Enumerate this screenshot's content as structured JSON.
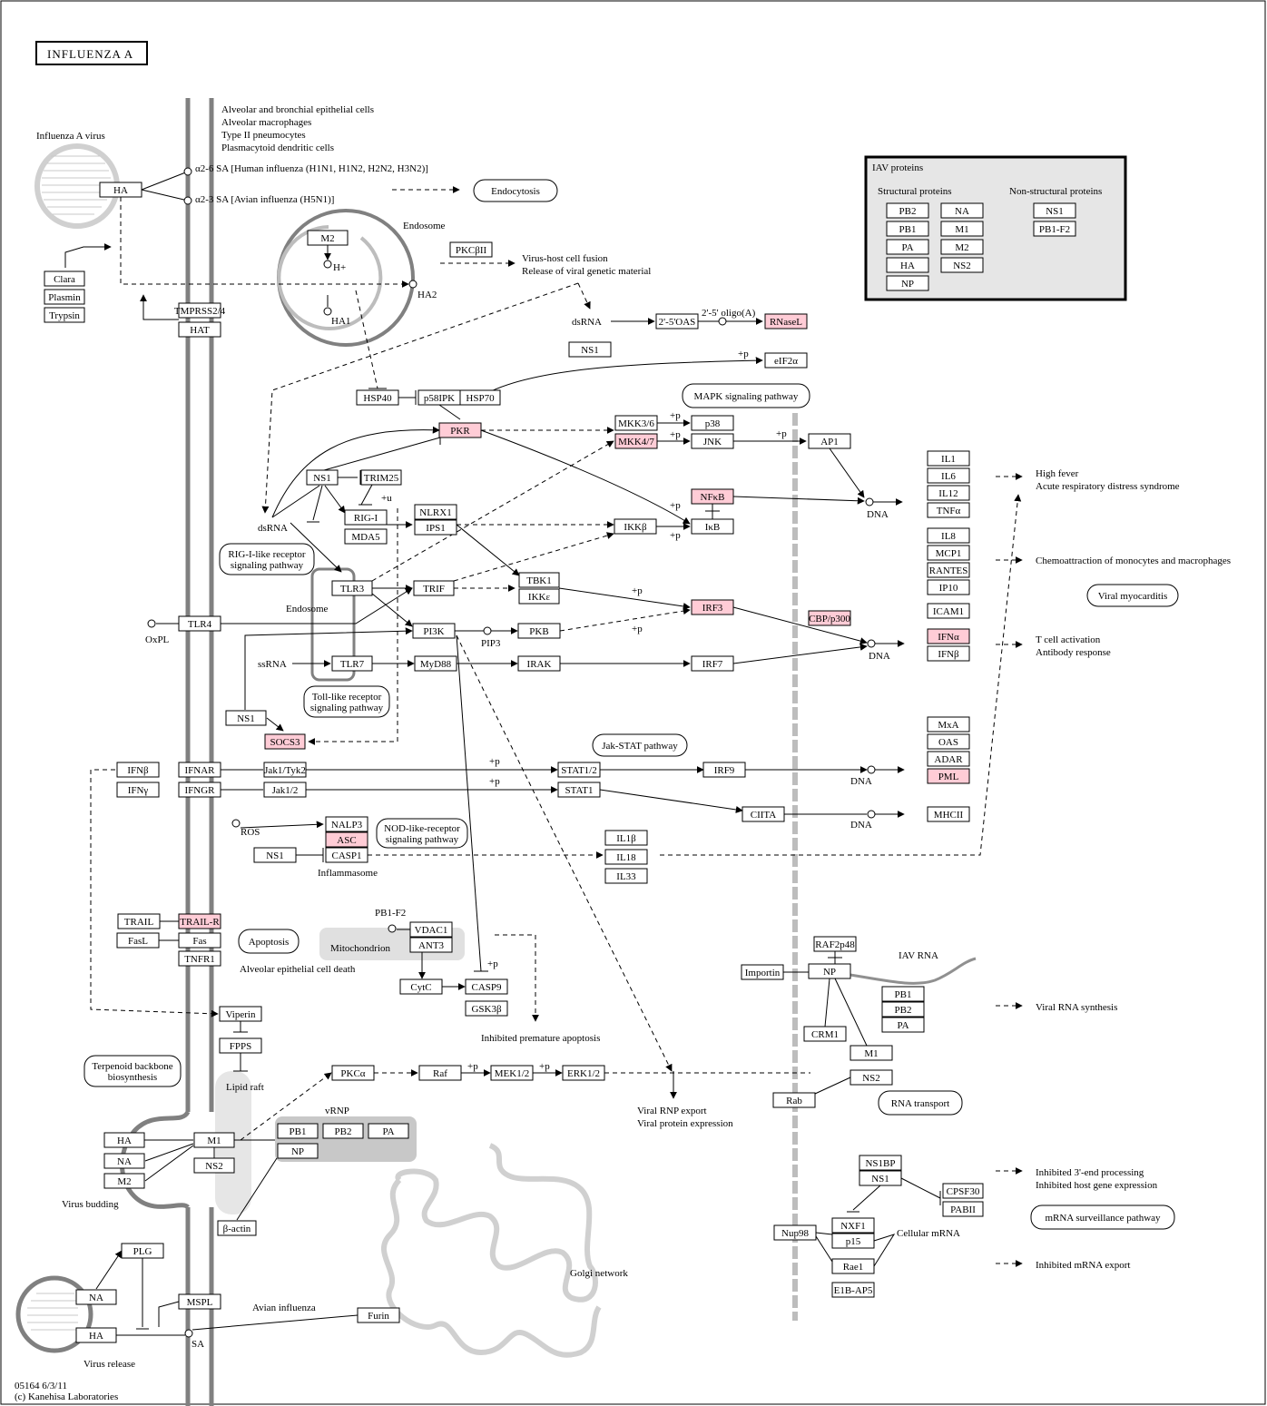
{
  "title": "INFLUENZA A",
  "footer": {
    "map_id": "05164 6/3/11",
    "copyright": "(c) Kanehisa Laboratories"
  },
  "colors": {
    "highlight": "#FFCCD6",
    "membrane": "#808080",
    "light_gray": "#E0E0E0",
    "legend_bg": "#E6E6E6"
  },
  "legend": {
    "title": "IAV proteins",
    "structural_label": "Structural proteins",
    "nonstructural_label": "Non-structural proteins",
    "structural": [
      "PB2",
      "NA",
      "PB1",
      "M1",
      "PA",
      "M2",
      "HA",
      "NS2",
      "NP"
    ],
    "nonstructural": [
      "NS1",
      "PB1-F2"
    ]
  },
  "labels": {
    "cell_types": [
      "Alveolar and bronchial epithelial cells",
      "Alveolar macrophages",
      "Type II pneumocytes",
      "Plasmacytoid dendritic cells"
    ],
    "influenza_virus": "Influenza A virus",
    "sa26": "α2-6 SA  [Human influenza (H1N1, H1N2, H2N2, H3N2)]",
    "sa23": "α2-3 SA  [Avian influenza (H5N1)]",
    "endosome": "Endosome",
    "endosome2": "Endosome",
    "hplus": "H+",
    "ha1": "HA1",
    "ha2": "HA2",
    "fusion": [
      "Virus-host cell fusion",
      "Release of viral genetic material"
    ],
    "oligo": "2'-5' oligo(A)",
    "dsrna_top": "dsRNA",
    "dsrna_left": "dsRNA",
    "ssrna": "ssRNA",
    "oxpl": "OxPL",
    "pip3": "PIP3",
    "ros": "ROS",
    "inflammasome": "Inflammasome",
    "pb1f2": "PB1-F2",
    "alveolar_death": "Alveolar epithelial cell death",
    "inhibited_apoptosis": "Inhibited premature apoptosis",
    "lipid_raft": "Lipid raft",
    "vrnp": "vRNP",
    "virus_budding": "Virus budding",
    "virus_release": "Virus release",
    "golgi": "Golgi network",
    "avian_influenza": "Avian influenza",
    "sa_bottom": "SA",
    "iav_rna": "IAV RNA",
    "cellular_mrna": "Cellular mRNA",
    "viral_rnp_export": [
      "Viral RNP export",
      "Viral protein expression"
    ],
    "plus_p": "+p",
    "plus_u": "+u",
    "dna": "DNA"
  },
  "outcomes": {
    "fever": [
      "High fever",
      "Acute respiratory distress syndrome"
    ],
    "chemo": "Chemoattraction of monocytes and macrophages",
    "tcell": [
      "T cell activation",
      "Antibody response"
    ],
    "viral_rna": "Viral RNA synthesis",
    "inhibited3": [
      "Inhibited 3'-end processing",
      "Inhibited host gene expression"
    ],
    "inhibited_mrna": "Inhibited mRNA export"
  },
  "pathway_links": [
    "Endocytosis",
    "MAPK signaling pathway",
    "RIG-I-like receptor signaling pathway",
    "Toll-like receptor signaling pathway",
    "Jak-STAT pathway",
    "NOD-like-receptor signaling pathway",
    "Apoptosis",
    "Mitochondrion",
    "Terpenoid backbone biosynthesis",
    "Viral myocarditis",
    "RNA transport",
    "mRNA surveillance pathway"
  ],
  "genes": {
    "HA": "HA",
    "Clara": "Clara",
    "Plasmin": "Plasmin",
    "Trypsin": "Trypsin",
    "TMPRSS2": "TMPRSS2/4",
    "HAT": "HAT",
    "M2": "M2",
    "PKCbII": "PKCβII",
    "dsRNA_NS1": "NS1",
    "OAS25": "2'-5'OAS",
    "RNaseL": "RNaseL",
    "eIF2a": "eIF2α",
    "HSP40": "HSP40",
    "p58IPK": "p58IPK",
    "HSP70": "HSP70",
    "PKR": "PKR",
    "MKK36": "MKK3/6",
    "MKK47": "MKK4/7",
    "p38": "p38",
    "JNK": "JNK",
    "AP1": "AP1",
    "NS1a": "NS1",
    "TRIM25": "TRIM25",
    "RIGI": "RIG-I",
    "MDA5": "MDA5",
    "NLRX1": "NLRX1",
    "IPS1": "IPS1",
    "IKKb": "IKKβ",
    "NFkB": "NFκB",
    "IkB": "IκB",
    "TLR3": "TLR3",
    "TRIF": "TRIF",
    "TBK1": "TBK1",
    "IKKe": "IKKε",
    "IRF3": "IRF3",
    "CBP": "CBP/p300",
    "TLR4": "TLR4",
    "PI3K": "PI3K",
    "PKB": "PKB",
    "TLR7": "TLR7",
    "MyD88": "MyD88",
    "IRAK": "IRAK",
    "IRF7": "IRF7",
    "NS1b": "NS1",
    "SOCS3": "SOCS3",
    "IFNb": "IFNβ",
    "IFNAR": "IFNAR",
    "JakTyk": "Jak1/Tyk2",
    "STAT12": "STAT1/2",
    "IRF9": "IRF9",
    "IFNg": "IFNγ",
    "IFNGR": "IFNGR",
    "Jak12": "Jak1/2",
    "STAT1": "STAT1",
    "CIITA": "CIITA",
    "NALP3": "NALP3",
    "ASC": "ASC",
    "NS1c": "NS1",
    "CASP1": "CASP1",
    "IL1b": "IL1β",
    "IL18": "IL18",
    "IL33": "IL33",
    "TRAIL": "TRAIL",
    "TRAILR": "TRAIL-R",
    "FasL": "FasL",
    "Fas": "Fas",
    "TNFR1": "TNFR1",
    "VDAC1": "VDAC1",
    "ANT3": "ANT3",
    "CytC": "CytC",
    "CASP9": "CASP9",
    "GSK3b": "GSK3β",
    "Viperin": "Viperin",
    "FPPS": "FPPS",
    "PKCa": "PKCα",
    "Raf": "Raf",
    "MEK12": "MEK1/2",
    "ERK12": "ERK1/2",
    "HAb": "HA",
    "NAb": "NA",
    "M2b": "M2",
    "M1b": "M1",
    "NS2b": "NS2",
    "PB1v": "PB1",
    "PB2v": "PB2",
    "PAv": "PA",
    "NPv": "NP",
    "bactin": "β-actin",
    "PLG": "PLG",
    "NAr": "NA",
    "HAr": "HA",
    "MSPL": "MSPL",
    "Furin": "Furin",
    "IL1": "IL1",
    "IL6": "IL6",
    "IL12": "IL12",
    "TNFa": "TNFα",
    "IL8": "IL8",
    "MCP1": "MCP1",
    "RANTES": "RANTES",
    "IP10": "IP10",
    "ICAM1": "ICAM1",
    "IFNa": "IFNα",
    "IFNb2": "IFNβ",
    "MxA": "MxA",
    "OAS": "OAS",
    "ADAR": "ADAR",
    "PML": "PML",
    "MHCII": "MHCII",
    "RAF2p48": "RAF2p48",
    "NPn": "NP",
    "Importin": "Importin",
    "PB1n": "PB1",
    "PB2n": "PB2",
    "PAn": "PA",
    "CRM1": "CRM1",
    "M1n": "M1",
    "NS2n": "NS2",
    "Rab": "Rab",
    "NS1BP": "NS1BP",
    "NS1n": "NS1",
    "CPSF30": "CPSF30",
    "PABII": "PABII",
    "NXF1": "NXF1",
    "p15": "p15",
    "Nup98": "Nup98",
    "Rae1": "Rae1",
    "E1BAP5": "E1B-AP5"
  }
}
